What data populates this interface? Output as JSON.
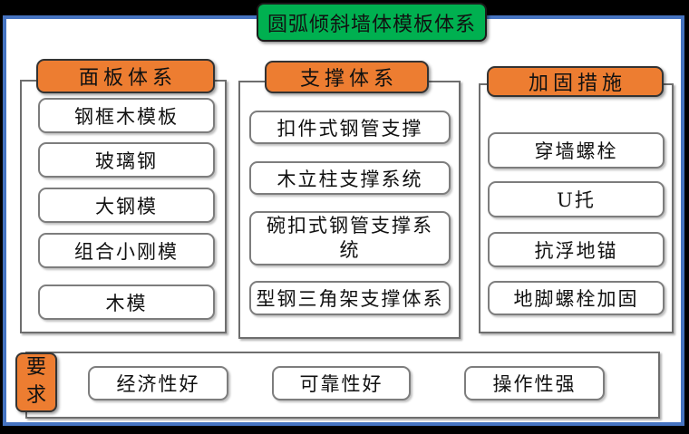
{
  "title": "圆弧倾斜墙体模板体系",
  "columns": [
    {
      "header": "面板体系",
      "items": [
        "钢框木模板",
        "玻璃钢",
        "大钢模",
        "组合小刚模",
        "木模"
      ]
    },
    {
      "header": "支撑体系",
      "items": [
        "扣件式钢管支撑",
        "木立柱支撑系统",
        "碗扣式钢管支撑系统",
        "型钢三角架支撑体系"
      ]
    },
    {
      "header": "加固措施",
      "items": [
        "穿墙螺栓",
        "U托",
        "抗浮地锚",
        "地脚螺栓加固"
      ]
    }
  ],
  "requirements": {
    "label": "要求",
    "items": [
      "经济性好",
      "可靠性好",
      "操作性强"
    ]
  },
  "colors": {
    "title_bg": "#00B050",
    "header_bg": "#ED7D31",
    "slide_border": "#4674C1",
    "frame_border": "#6E6E6E",
    "item_border": "#7D7D7D",
    "text": "#111111"
  }
}
